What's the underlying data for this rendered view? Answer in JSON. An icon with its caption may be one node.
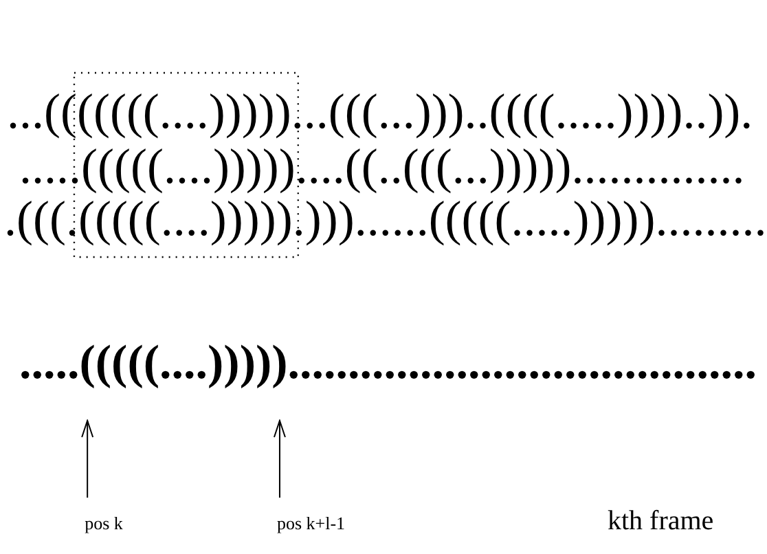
{
  "diagram": {
    "nodes": [
      {
        "text": [
          "pos k"
        ]
      },
      {
        "text": [
          "pos k+l-1"
        ]
      }
    ],
    "edges": [
      {
        "from": 0,
        "to": null,
        "arrow": "to"
      },
      {
        "from": 1,
        "to": null,
        "arrow": "to"
      }
    ],
    "labels": [
      "...(((((((....)))))...(((...)))..((((.....))))..)).",
      ".....(((((....)))))....((..(((...)))))..............",
      ".(((.(((((....))))).)))......(((((.....))))).........",
      ".....(((((....))))).......................................",
      "kth frame"
    ]
  }
}
